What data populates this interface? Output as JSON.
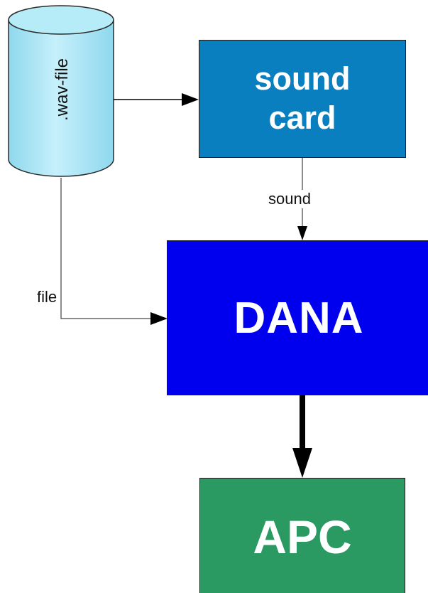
{
  "nodes": {
    "wav_file": {
      "label": ".wav-file",
      "shape": "cylinder",
      "color": "#aee6f7"
    },
    "sound_card": {
      "line1": "sound",
      "line2": "card",
      "color": "#0a7fc0"
    },
    "dana": {
      "label": "DANA",
      "color": "#0000ee"
    },
    "apc": {
      "label": "APC",
      "color": "#2a9a62"
    }
  },
  "edges": {
    "wav_to_soundcard": {
      "label": ""
    },
    "soundcard_to_dana": {
      "label": "sound"
    },
    "wav_to_dana": {
      "label": "file"
    },
    "dana_to_apc": {
      "label": ""
    }
  }
}
